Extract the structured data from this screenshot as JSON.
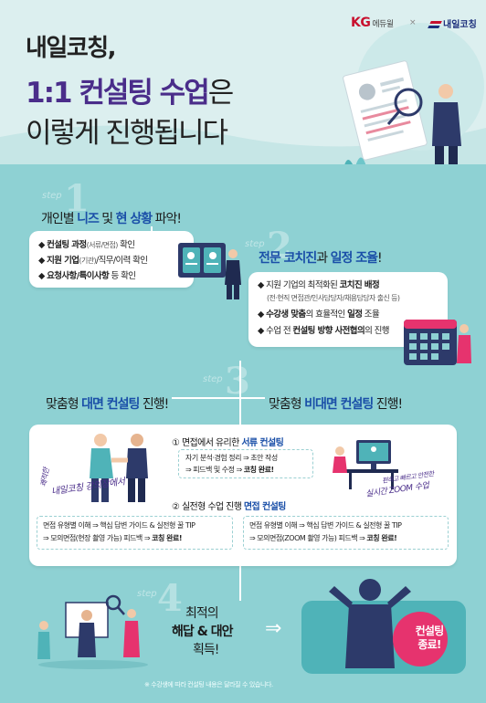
{
  "logos": {
    "kg": "KG",
    "kg_sub": "에듀윌",
    "separator": "×",
    "naeil": "내일코칭"
  },
  "title": {
    "line1": "내일코칭,",
    "line2_main": "1:1 컨설팅 수업",
    "line2_suffix": "은",
    "line3": "이렇게 진행됩니다"
  },
  "step1": {
    "step_label": "step",
    "number": "1",
    "heading_a": "개인별 ",
    "heading_b": "니즈",
    "heading_c": " 및 ",
    "heading_d": "현 상황",
    "heading_e": " 파악!",
    "items": [
      {
        "bold": "컨설팅 과정",
        "small": "(서류/면접)",
        "tail": " 확인"
      },
      {
        "bold": "지원 기업",
        "small": "(기관)",
        "tail": "/직무/이력 확인"
      },
      {
        "bold": "요청사항/특이사항",
        "small": "",
        "tail": " 등 확인"
      }
    ]
  },
  "step2": {
    "step_label": "step",
    "number": "2",
    "heading_a": "전문 코치진",
    "heading_b": "과 ",
    "heading_c": "일정 조율",
    "heading_d": "!",
    "item1_pre": "지원 기업의 최적화된 ",
    "item1_bold": "코치진 배정",
    "item1_sub": "(전·현직 면접관/인사담당자/채용담당자 출신 등)",
    "item2_bold": "수강생 맞춤",
    "item2_mid": "의 효율적인 ",
    "item2_bold2": "일정",
    "item2_tail": " 조율",
    "item3_pre": "수업 전 ",
    "item3_bold": "컨설팅 방향 사전협의",
    "item3_tail": "의 진행"
  },
  "step3": {
    "step_label": "step",
    "number": "3",
    "left_a": "맞춤형 ",
    "left_b": "대면 컨설팅",
    "left_c": " 진행!",
    "right_a": "맞춤형 ",
    "right_b": "비대면 컨설팅",
    "right_c": " 진행!",
    "doc_title_num": "①",
    "doc_title_a": " 면접에서 유리한 ",
    "doc_title_b": "서류 컨설팅",
    "doc_row1": "자기 분석·경험 정리 ⇒ 초안 작성",
    "doc_row2_a": "⇒ 피드백 및 수정 ⇒ ",
    "doc_row2_b": "코칭 완료!",
    "int_title_num": "②",
    "int_title_a": " 실전형 수업 진행 ",
    "int_title_b": "면접 컨설팅",
    "int_left_row1": "면접 유형별 이해 ⇒ 핵심 답변 가이드 & 실전형 꿀 TIP",
    "int_left_row2_a": "⇒ 모의면접(현장 촬영 가능) 피드백 ⇒ ",
    "int_left_row2_b": "코칭 완료!",
    "int_right_row1": "면접 유형별 이해 ⇒ 핵심 답변 가이드 & 실전형 꿀 TIP",
    "int_right_row2_a": "⇒ 모의면접(ZOOM 촬영 가능) 피드백 ⇒ ",
    "int_right_row2_b": "코칭 완료!",
    "hand_left_1": "쾌적한",
    "hand_left_2": "내일코칭 강의장에서",
    "hand_right_1": "편하고 빠르고 안전한",
    "hand_right_2": "실시간 ZOOM 수업"
  },
  "step4": {
    "step_label": "step",
    "number": "4",
    "line1": "최적의",
    "line2": "해답 & 대안",
    "line3": "획득!",
    "arrow": "⇒",
    "done_1": "컨설팅",
    "done_2": "종료!"
  },
  "footnote": "※ 수강생에 따라 컨설팅 내용은 달라질 수 있습니다.",
  "colors": {
    "top_bg": "#dcefef",
    "main_bg": "#8ed1d3",
    "purple": "#4a2d8a",
    "blue": "#1a4fa8",
    "pink": "#e6336e"
  }
}
